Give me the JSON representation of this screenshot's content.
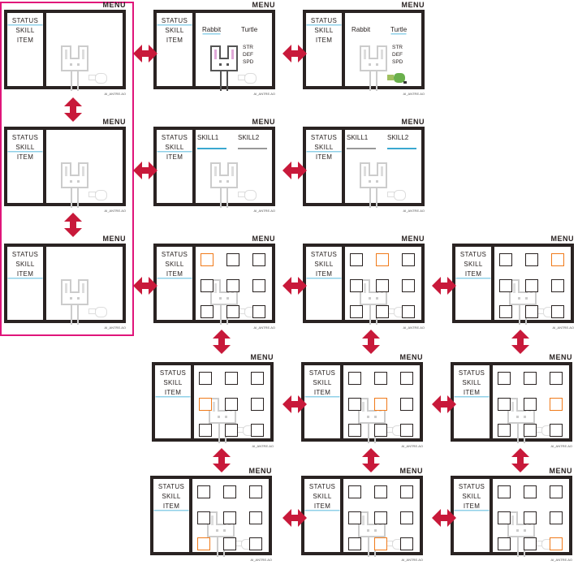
{
  "menu_label": "MENU",
  "credit": "AI_ANTRE.AO",
  "menu_items": [
    "STATUS",
    "SKILL",
    "ITEM"
  ],
  "characters": [
    "Rabbit",
    "Turtle"
  ],
  "stats": [
    "STR",
    "DEF",
    "SPD"
  ],
  "skills": [
    "SKILL1",
    "SKILL2"
  ],
  "colors": {
    "frame": "#2a2322",
    "highlight": "#e0157a",
    "arrow": "#c8193a",
    "selected_slot": "#f07a1a",
    "underline": "#3aa8d0",
    "turtle": "#6ab04c",
    "rabbit_ears": "#e0a8d8"
  },
  "panels": [
    {
      "active_menu": 0,
      "view": "empty"
    },
    {
      "active_menu": 0,
      "view": "character",
      "selected": 0
    },
    {
      "active_menu": 0,
      "view": "character",
      "selected": 1
    },
    {
      "active_menu": 1,
      "view": "empty"
    },
    {
      "active_menu": 1,
      "view": "skill",
      "selected": 0
    },
    {
      "active_menu": 1,
      "view": "skill",
      "selected": 1
    },
    {
      "active_menu": 2,
      "view": "empty"
    },
    {
      "active_menu": 2,
      "view": "grid",
      "selected": 0
    },
    {
      "active_menu": 2,
      "view": "grid",
      "selected": 1
    },
    {
      "active_menu": 2,
      "view": "grid",
      "selected": 2
    },
    {
      "active_menu": 2,
      "view": "grid",
      "selected": 3
    },
    {
      "active_menu": 2,
      "view": "grid",
      "selected": 4
    },
    {
      "active_menu": 2,
      "view": "grid",
      "selected": 5
    },
    {
      "active_menu": 2,
      "view": "grid",
      "selected": 6
    },
    {
      "active_menu": 2,
      "view": "grid",
      "selected": 7
    },
    {
      "active_menu": 2,
      "view": "grid",
      "selected": 8
    }
  ]
}
